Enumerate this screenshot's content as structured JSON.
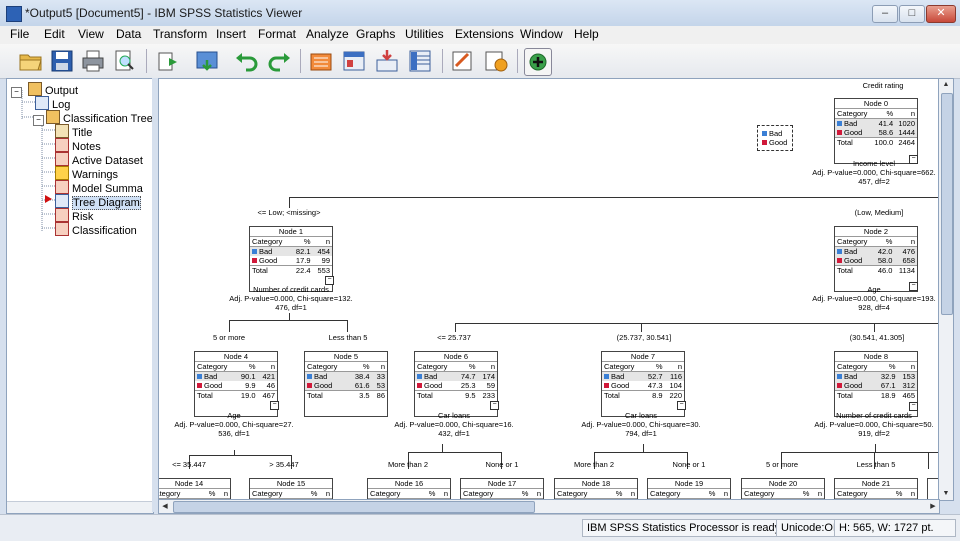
{
  "window": {
    "title": "*Output5 [Document5] - IBM SPSS Statistics Viewer",
    "minimize": "–",
    "maximize": "□",
    "close": "✕"
  },
  "menu": [
    "File",
    "Edit",
    "View",
    "Data",
    "Transform",
    "Insert",
    "Format",
    "Analyze",
    "Graphs",
    "Utilities",
    "Extensions",
    "Window",
    "Help"
  ],
  "toolbar_icons": [
    "open-icon",
    "save-icon",
    "print-icon",
    "print-preview-icon",
    "export-icon",
    "recall-dialog-icon",
    "undo-icon",
    "redo-icon",
    "goto-data-icon",
    "goto-case-icon",
    "goto-variable-icon",
    "variables-icon",
    "designate-window-icon",
    "show-all-icon",
    "insert-output-icon"
  ],
  "nav_tree": {
    "root": "Output",
    "items": [
      {
        "label": "Log"
      },
      {
        "label": "Classification Tree"
      },
      {
        "label": "Title"
      },
      {
        "label": "Notes"
      },
      {
        "label": "Active Dataset"
      },
      {
        "label": "Warnings"
      },
      {
        "label": "Model Summa"
      },
      {
        "label": "Tree Diagram"
      },
      {
        "label": "Risk"
      },
      {
        "label": "Classification"
      }
    ]
  },
  "tree": {
    "dependent": "Credit rating",
    "legend": {
      "bad": "Bad",
      "good": "Good"
    },
    "colors": {
      "bad": "#3a7fd5",
      "good": "#d0193a"
    },
    "nodes": {
      "n0": {
        "title": "Node 0",
        "hdr": [
          "Category",
          "%",
          "n"
        ],
        "bad": [
          "Bad",
          "41.4",
          "1020"
        ],
        "good": [
          "Good",
          "58.6",
          "1444"
        ],
        "total": [
          "Total",
          "100.0",
          "2464"
        ]
      },
      "n1": {
        "title": "Node 1",
        "hdr": [
          "Category",
          "%",
          "n"
        ],
        "bad": [
          "Bad",
          "82.1",
          "454"
        ],
        "good": [
          "Good",
          "17.9",
          "99"
        ],
        "total": [
          "Total",
          "22.4",
          "553"
        ]
      },
      "n2": {
        "title": "Node 2",
        "hdr": [
          "Category",
          "%",
          "n"
        ],
        "bad": [
          "Bad",
          "42.0",
          "476"
        ],
        "good": [
          "Good",
          "58.0",
          "658"
        ],
        "total": [
          "Total",
          "46.0",
          "1134"
        ]
      },
      "n4": {
        "title": "Node 4",
        "hdr": [
          "Category",
          "%",
          "n"
        ],
        "bad": [
          "Bad",
          "90.1",
          "421"
        ],
        "good": [
          "Good",
          "9.9",
          "46"
        ],
        "total": [
          "Total",
          "19.0",
          "467"
        ]
      },
      "n5": {
        "title": "Node 5",
        "hdr": [
          "Category",
          "%",
          "n"
        ],
        "bad": [
          "Bad",
          "38.4",
          "33"
        ],
        "good": [
          "Good",
          "61.6",
          "53"
        ],
        "total": [
          "Total",
          "3.5",
          "86"
        ]
      },
      "n6": {
        "title": "Node 6",
        "hdr": [
          "Category",
          "%",
          "n"
        ],
        "bad": [
          "Bad",
          "74.7",
          "174"
        ],
        "good": [
          "Good",
          "25.3",
          "59"
        ],
        "total": [
          "Total",
          "9.5",
          "233"
        ]
      },
      "n7": {
        "title": "Node 7",
        "hdr": [
          "Category",
          "%",
          "n"
        ],
        "bad": [
          "Bad",
          "52.7",
          "116"
        ],
        "good": [
          "Good",
          "47.3",
          "104"
        ],
        "total": [
          "Total",
          "8.9",
          "220"
        ]
      },
      "n8": {
        "title": "Node 8",
        "hdr": [
          "Category",
          "%",
          "n"
        ],
        "bad": [
          "Bad",
          "32.9",
          "153"
        ],
        "good": [
          "Good",
          "67.1",
          "312"
        ],
        "total": [
          "Total",
          "18.9",
          "465"
        ]
      }
    },
    "bottom_nodes": {
      "n14": {
        "title": "Node 14",
        "hdr": [
          "Category",
          "%",
          "n"
        ]
      },
      "n15": {
        "title": "Node 15",
        "hdr": [
          "Category",
          "%",
          "n"
        ]
      },
      "n16": {
        "title": "Node 16",
        "hdr": [
          "Category",
          "%",
          "n"
        ]
      },
      "n17": {
        "title": "Node 17",
        "hdr": [
          "Category",
          "%",
          "n"
        ]
      },
      "n18": {
        "title": "Node 18",
        "hdr": [
          "Category",
          "%",
          "n"
        ]
      },
      "n19": {
        "title": "Node 19",
        "hdr": [
          "Category",
          "%",
          "n"
        ]
      },
      "n20": {
        "title": "Node 20",
        "hdr": [
          "Category",
          "%",
          "n"
        ]
      },
      "n21": {
        "title": "Node 21",
        "hdr": [
          "Category",
          "%",
          "n"
        ]
      }
    },
    "splits": {
      "s0": [
        "Income level",
        "Adj. P-value=0.000, Chi-square=662.",
        "457, df=2"
      ],
      "s1": [
        "Number of credit cards",
        "Adj. P-value=0.000, Chi-square=132.",
        "476, df=1"
      ],
      "s2": [
        "Age",
        "Adj. P-value=0.000, Chi-square=193.",
        "928, df=4"
      ],
      "s4": [
        "Age",
        "Adj. P-value=0.000, Chi-square=27.",
        "536, df=1"
      ],
      "s6": [
        "Car loans",
        "Adj. P-value=0.000, Chi-square=16.",
        "432, df=1"
      ],
      "s7": [
        "Car loans",
        "Adj. P-value=0.000, Chi-square=30.",
        "794, df=1"
      ],
      "s8": [
        "Number of credit cards",
        "Adj. P-value=0.000, Chi-square=50.",
        "919, df=2"
      ]
    },
    "branches": {
      "low": "<= Low; <missing>",
      "lowmed": "(Low, Medium]",
      "five_more": "5 or more",
      "less_five": "Less than 5",
      "age_a": "<= 25.737",
      "age_b": "(25.737, 30.541]",
      "age_c": "(30.541, 41.305]",
      "age_d": "<= 35.447",
      "age_e": "> 35.447",
      "more2_a": "More than 2",
      "none1_a": "None or 1",
      "more2_b": "More than 2",
      "none1_b": "None or 1",
      "five_more_b": "5 or more",
      "less_five_b": "Less than 5"
    }
  },
  "status": {
    "processor": "IBM SPSS Statistics Processor is ready",
    "unicode": "Unicode:ON",
    "size": "H: 565, W: 1727 pt."
  }
}
